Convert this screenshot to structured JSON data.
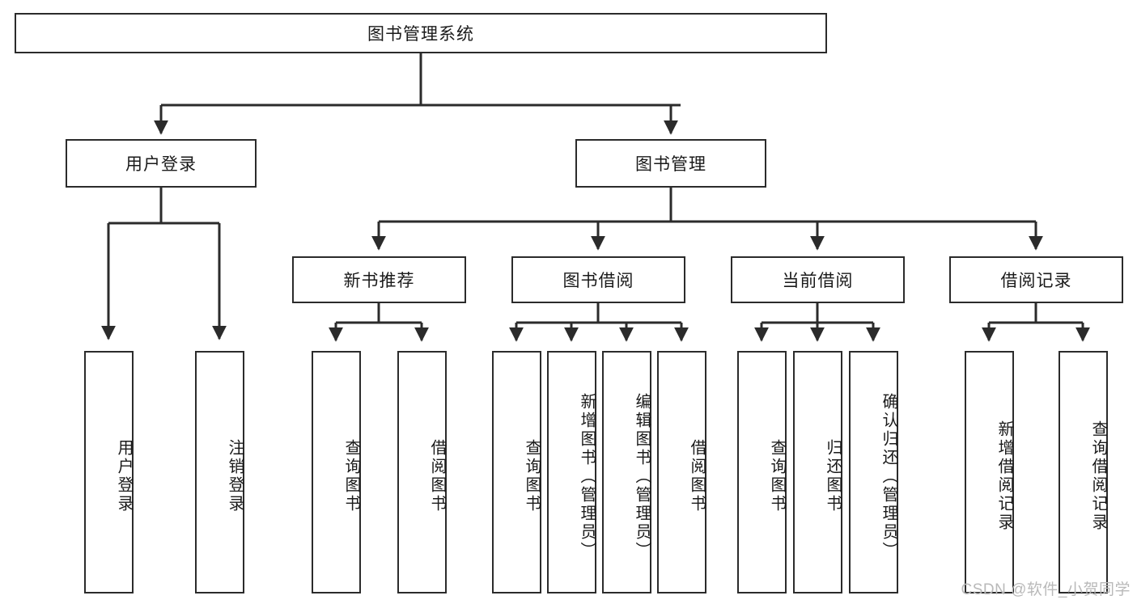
{
  "diagram": {
    "title_node": {
      "label": "图书管理系统"
    },
    "level2": [
      {
        "id": "user-login",
        "label": "用户登录"
      },
      {
        "id": "book-management",
        "label": "图书管理"
      }
    ],
    "level3": [
      {
        "id": "new-book-recommend",
        "label": "新书推荐"
      },
      {
        "id": "book-borrow",
        "label": "图书借阅"
      },
      {
        "id": "current-borrow",
        "label": "当前借阅"
      },
      {
        "id": "borrow-record",
        "label": "借阅记录"
      }
    ],
    "leaves": {
      "user_login": [
        {
          "id": "leaf-user-login",
          "label": "用户登录"
        },
        {
          "id": "leaf-logout-login",
          "label": "注销登录"
        }
      ],
      "new_book_recommend": [
        {
          "id": "leaf-query-book-1",
          "label": "查询图书"
        },
        {
          "id": "leaf-borrow-book-1",
          "label": "借阅图书"
        }
      ],
      "book_borrow": [
        {
          "id": "leaf-query-book-2",
          "label": "查询图书"
        },
        {
          "id": "leaf-add-book",
          "label": "新增图书（管理员）"
        },
        {
          "id": "leaf-edit-book",
          "label": "编辑图书（管理员）"
        },
        {
          "id": "leaf-borrow-book-2",
          "label": "借阅图书"
        }
      ],
      "current_borrow": [
        {
          "id": "leaf-query-book-3",
          "label": "查询图书"
        },
        {
          "id": "leaf-return-book",
          "label": "归还图书"
        },
        {
          "id": "leaf-confirm-return",
          "label": "确认归还（管理员）"
        }
      ],
      "borrow_record": [
        {
          "id": "leaf-add-record",
          "label": "新增借阅记录"
        },
        {
          "id": "leaf-query-record",
          "label": "查询借阅记录"
        }
      ]
    }
  },
  "watermark": {
    "text": "CSDN @软件_小贺同学"
  },
  "colors": {
    "stroke": "#2b2b2b",
    "fill": "#ffffff",
    "text": "#1a1a1a",
    "watermark": "#b9b9b9"
  }
}
